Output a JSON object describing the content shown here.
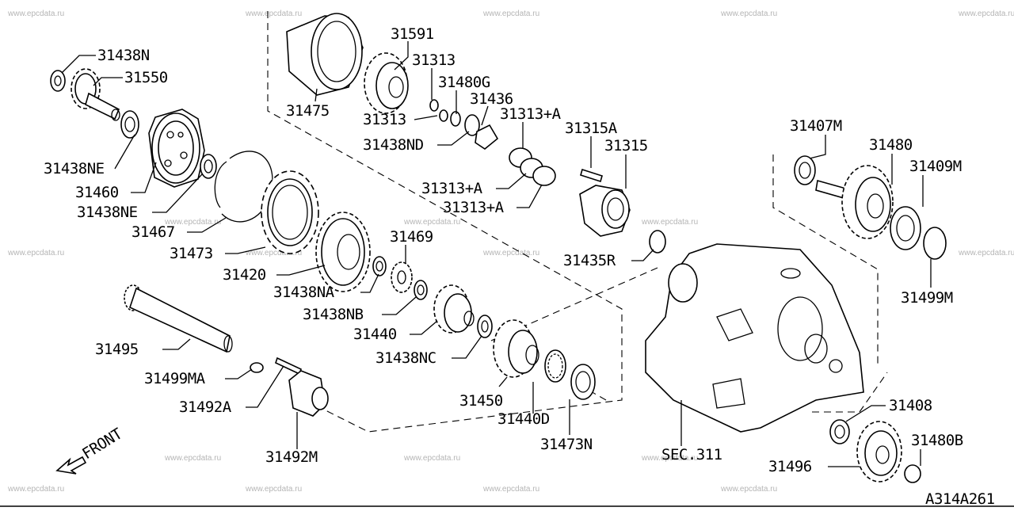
{
  "watermark": "www.epcdata.ru",
  "figure_code": "A314A261",
  "front_label": "FRONT",
  "labels": {
    "p31438N": "31438N",
    "p31550": "31550",
    "p31438NE_a": "31438NE",
    "p31460": "31460",
    "p31438NE_b": "31438NE",
    "p31467": "31467",
    "p31473": "31473",
    "p31420": "31420",
    "p31438NA": "31438NA",
    "p31469": "31469",
    "p31438NB": "31438NB",
    "p31440": "31440",
    "p31438NC": "31438NC",
    "p31495": "31495",
    "p31499MA": "31499MA",
    "p31492A": "31492A",
    "p31492M": "31492M",
    "p31475": "31475",
    "p31591": "31591",
    "p31313_top": "31313",
    "p31480G": "31480G",
    "p31436": "31436",
    "p31313_mid": "31313",
    "p31438ND": "31438ND",
    "p31313A_a": "31313+A",
    "p31313A_b": "31313+A",
    "p31313A_c": "31313+A",
    "p31315A": "31315A",
    "p31315": "31315",
    "p31435R": "31435R",
    "p31450": "31450",
    "p31440D": "31440D",
    "p31473N": "31473N",
    "pSEC311": "SEC.311",
    "p31407M": "31407M",
    "p31480": "31480",
    "p31409M": "31409M",
    "p31499M": "31499M",
    "p31408": "31408",
    "p31496": "31496",
    "p31480B": "31480B"
  }
}
